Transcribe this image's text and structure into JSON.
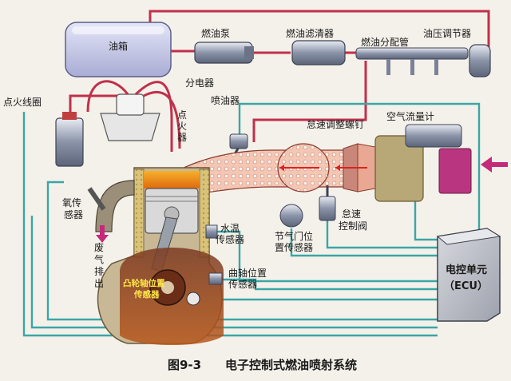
{
  "labels": {
    "fuel_tank": "油箱",
    "fuel_pump": "燃油泵",
    "fuel_filter": "燃油滤清器",
    "fuel_rail": "燃油分配管",
    "pressure_regulator": "油压调节器",
    "ignition_coil": "点火线圈",
    "distributor": "分电器",
    "spark_plug": [
      "点",
      "火",
      "器"
    ],
    "injector": "喷油器",
    "idle_screw": "怠速调整螺钉",
    "air_flow_meter": "空气流量计",
    "oxygen_sensor": [
      "氧传",
      "感器"
    ],
    "exhaust": [
      "废",
      "气",
      "排",
      "出"
    ],
    "coolant_sensor": [
      "水温",
      "传感器"
    ],
    "throttle_sensor": [
      "节气门位",
      "置传感器"
    ],
    "idle_valve": [
      "怠速",
      "控制阀"
    ],
    "crank_sensor": [
      "曲轴位置",
      "传感器"
    ],
    "cam_sensor": [
      "凸轮轴位置",
      "传感器"
    ],
    "ecu": [
      "电控单元",
      "（ECU）"
    ]
  },
  "caption": {
    "figure_no": "图9-3",
    "title": "电子控制式燃油喷射系统"
  },
  "colors": {
    "fuel_line": "#c0304a",
    "signal_line": "#3aa6a6",
    "air_stream": "#f0b7a0",
    "ecu_body": "#b4b7bf",
    "engine_block": "#c8b896",
    "combustion": "#f08a1c",
    "tank": "#c9cbe8",
    "air_meter": "#b9357f"
  }
}
